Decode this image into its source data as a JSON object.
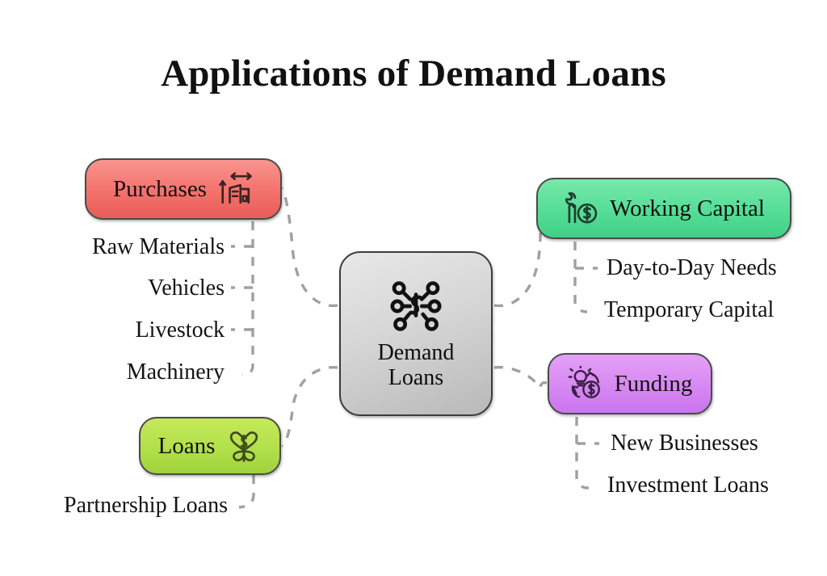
{
  "title": "Applications of Demand Loans",
  "center": {
    "label_line1": "Demand",
    "label_line2": "Loans",
    "icon": "network-hub-dollar-icon",
    "color": "#d6d6d6"
  },
  "branches": [
    {
      "id": "purchases",
      "label": "Purchases",
      "icon": "building-growth-icon",
      "color": "#f4716c",
      "side": "left",
      "children": [
        "Raw Materials",
        "Vehicles",
        "Livestock",
        "Machinery"
      ]
    },
    {
      "id": "loans",
      "label": "Loans",
      "icon": "heart-money-plant-icon",
      "color": "#b2e04a",
      "side": "left",
      "children": [
        "Partnership Loans"
      ]
    },
    {
      "id": "working_capital",
      "label": "Working Capital",
      "icon": "wrench-dollar-coin-icon",
      "color": "#55dd96",
      "side": "right",
      "children": [
        "Day-to-Day Needs",
        "Temporary Capital"
      ]
    },
    {
      "id": "funding",
      "label": "Funding",
      "icon": "lightbulb-cycle-dollar-icon",
      "color": "#d88bf2",
      "side": "right",
      "children": [
        "New Businesses",
        "Investment Loans"
      ]
    }
  ],
  "leaves": {
    "raw_materials": "Raw Materials",
    "vehicles": "Vehicles",
    "livestock": "Livestock",
    "machinery": "Machinery",
    "partnership_loans": "Partnership Loans",
    "day_to_day": "Day-to-Day Needs",
    "temporary_capital": "Temporary Capital",
    "new_businesses": "New Businesses",
    "investment_loans": "Investment Loans"
  },
  "style": {
    "connector_color": "#a0a0a0",
    "background": "#ffffff",
    "text_color": "#131313"
  }
}
